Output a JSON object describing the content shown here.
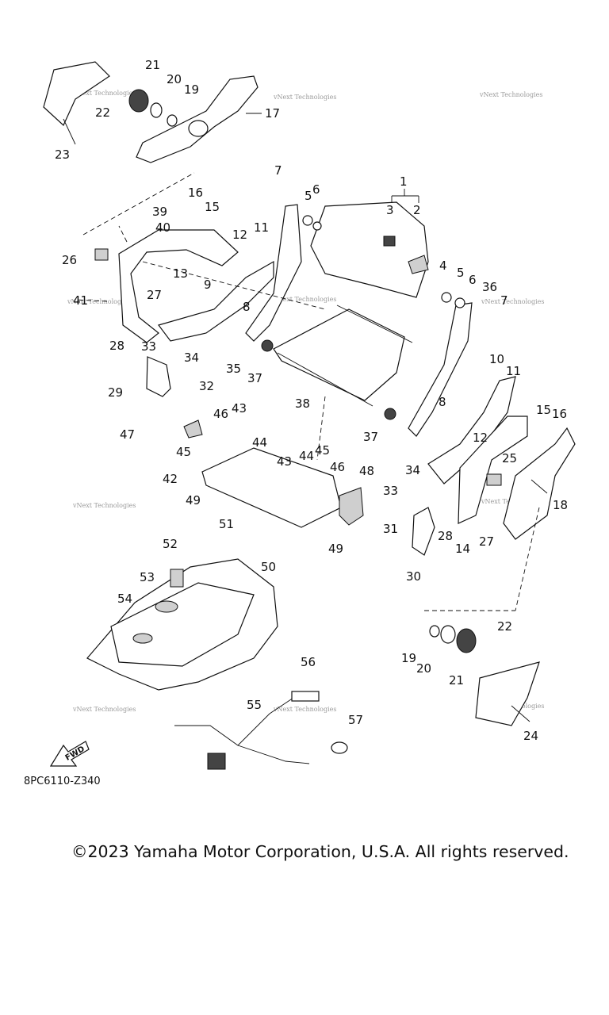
{
  "diagram": {
    "drawing_code": "8PC6110-Z340",
    "copyright": "©2023 Yamaha Motor Corporation, U.S.A. All rights reserved.",
    "fwd_label": "FWD",
    "watermark": "vNext Technologies",
    "callouts": [
      "1",
      "2",
      "3",
      "4",
      "5",
      "5",
      "6",
      "6",
      "7",
      "7",
      "8",
      "8",
      "9",
      "10",
      "11",
      "11",
      "12",
      "12",
      "13",
      "14",
      "15",
      "15",
      "16",
      "16",
      "17",
      "18",
      "19",
      "19",
      "20",
      "20",
      "21",
      "21",
      "22",
      "22",
      "23",
      "24",
      "25",
      "26",
      "27",
      "27",
      "28",
      "28",
      "29",
      "30",
      "31",
      "32",
      "33",
      "33",
      "34",
      "34",
      "35",
      "36",
      "37",
      "37",
      "38",
      "39",
      "40",
      "41",
      "42",
      "43",
      "43",
      "44",
      "44",
      "45",
      "45",
      "46",
      "46",
      "47",
      "48",
      "49",
      "49",
      "50",
      "51",
      "52",
      "53",
      "54",
      "55",
      "56",
      "57"
    ]
  }
}
